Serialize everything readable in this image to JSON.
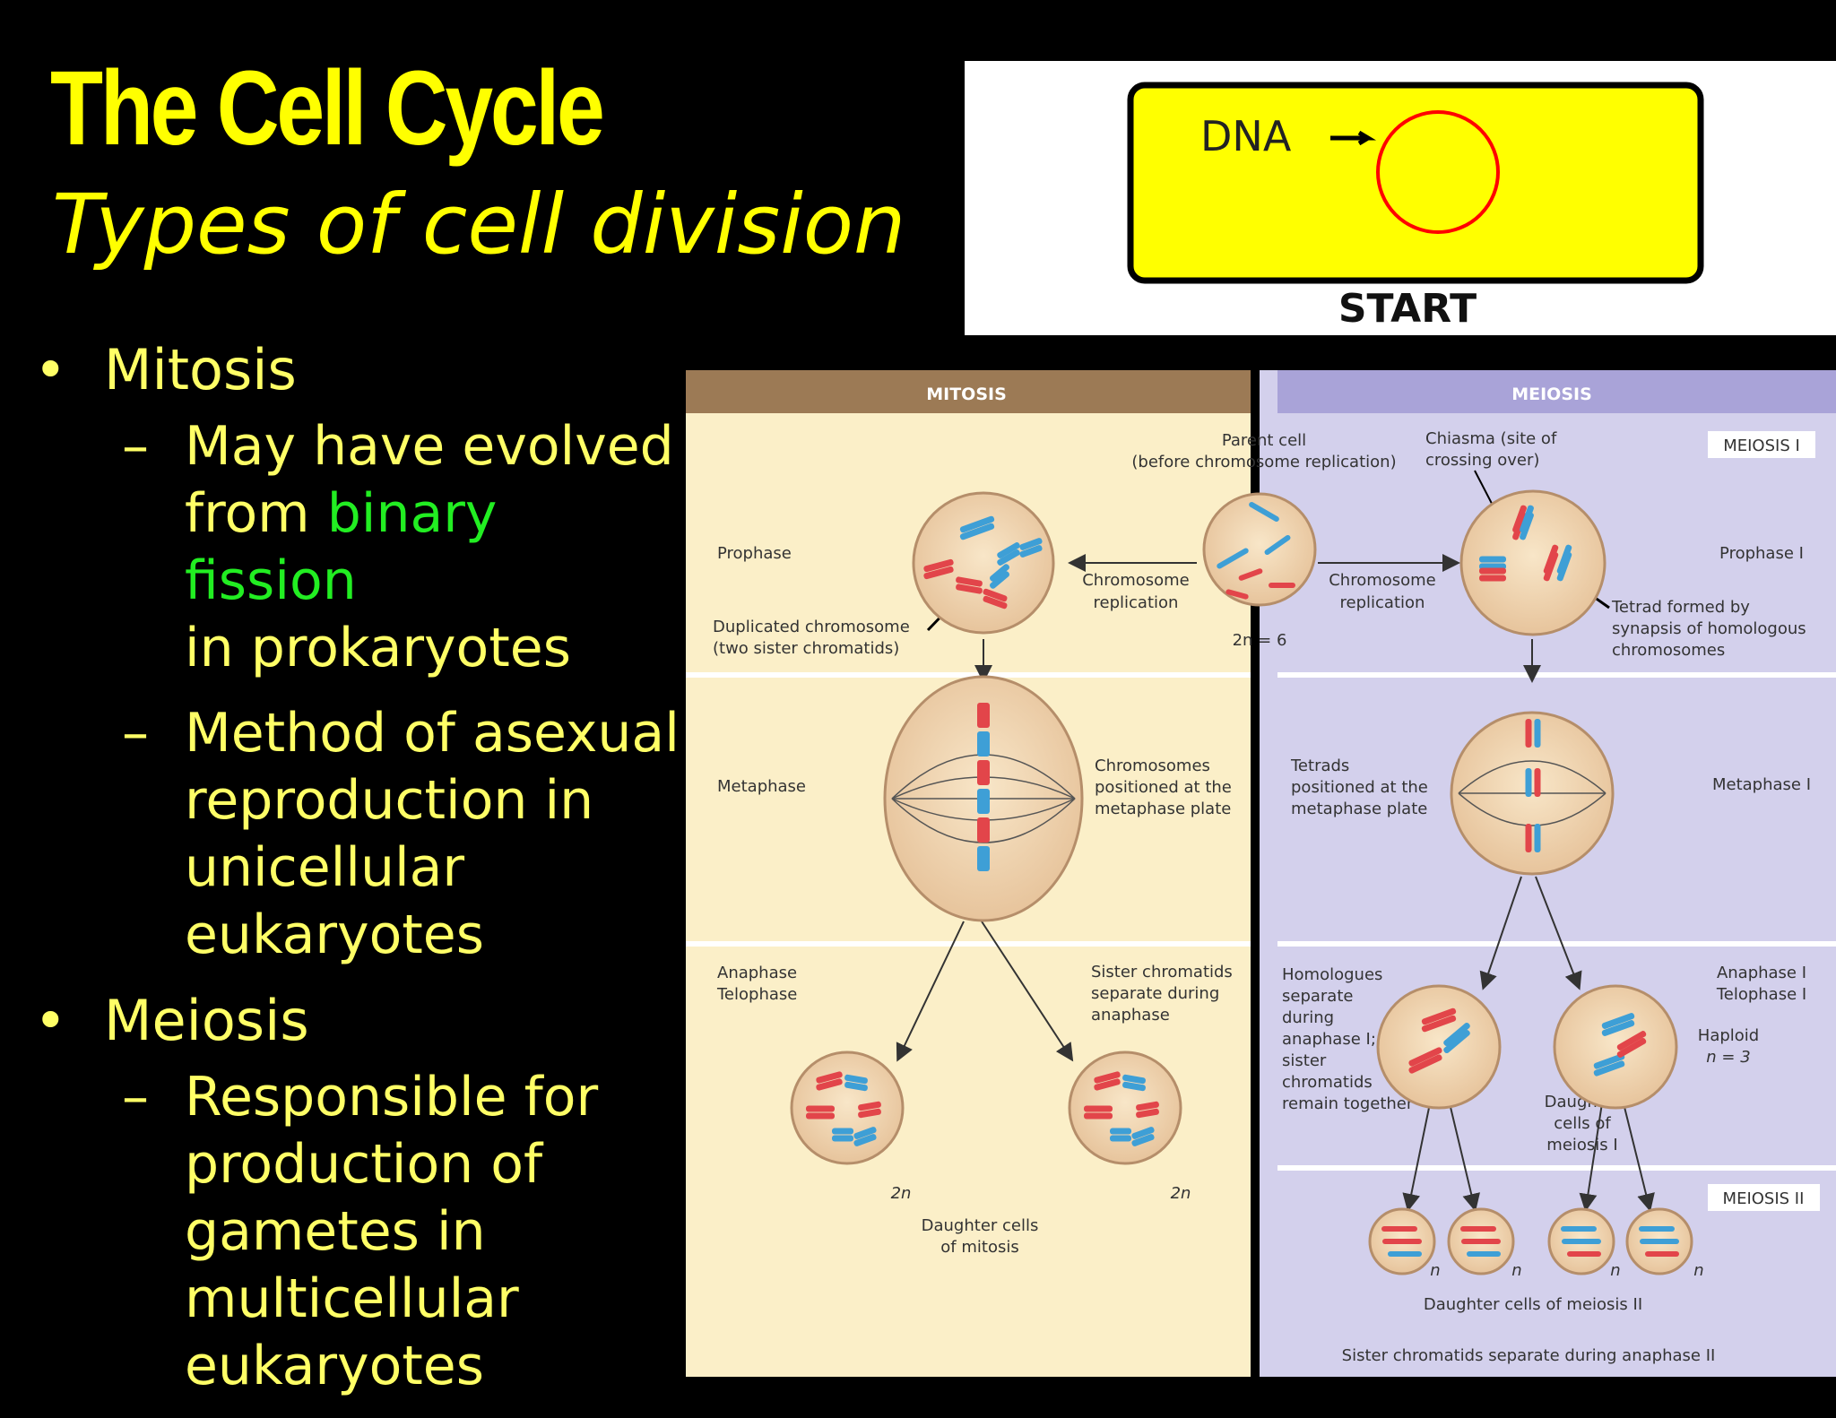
{
  "slide": {
    "title": "The Cell Cycle",
    "subtitle": "Types of cell division"
  },
  "bullets": {
    "mitosis": "Mitosis",
    "mitosis_points": {
      "p1_a": "May have evolved",
      "p1_b": "from ",
      "p1_green": "binary fission",
      "p1_c": "in prokaryotes",
      "p2_a": "Method of asexual",
      "p2_b": "reproduction in",
      "p2_c": "unicellular",
      "p2_d": "eukaryotes"
    },
    "meiosis": "Meiosis",
    "meiosis_points": {
      "p1_a": "Responsible for",
      "p1_b": "production of",
      "p1_c": "gametes in",
      "p1_d": "multicellular",
      "p1_e": "eukaryotes"
    },
    "bullet_glyph": "•",
    "dash_glyph": "–"
  },
  "animation": {
    "dna_label": "DNA",
    "start_label": "START"
  },
  "diagram": {
    "mitosis_header": "MITOSIS",
    "meiosis_header": "MEIOSIS",
    "meiosis1_tag": "MEIOSIS I",
    "meiosis2_tag": "MEIOSIS II",
    "parent_cell_1": "Parent cell",
    "parent_cell_2": "(before chromosome replication)",
    "chiasma_1": "Chiasma (site of",
    "chiasma_2": "crossing over)",
    "prophase": "Prophase",
    "prophase_1": "Prophase I",
    "chrom_rep_1": "Chromosome",
    "chrom_rep_2": "replication",
    "two_n_6": "2n = 6",
    "dup_chrom_1": "Duplicated chromosome",
    "dup_chrom_2": "(two sister chromatids)",
    "tetrad_1": "Tetrad formed by",
    "tetrad_2": "synapsis of homologous",
    "tetrad_3": "chromosomes",
    "metaphase": "Metaphase",
    "metaphase_1": "Metaphase I",
    "chrom_pos_1": "Chromosomes",
    "chrom_pos_2": "positioned at the",
    "chrom_pos_3": "metaphase plate",
    "tetrads_pos_1": "Tetrads",
    "tetrads_pos_2": "positioned at the",
    "tetrads_pos_3": "metaphase plate",
    "anaphase": "Anaphase",
    "telophase": "Telophase",
    "anaphase_1": "Anaphase I",
    "telophase_1": "Telophase I",
    "sister_sep_1": "Sister chromatids",
    "sister_sep_2": "separate during",
    "sister_sep_3": "anaphase",
    "homologues_1": "Homologues",
    "homologues_2": "separate",
    "homologues_3": "during",
    "homologues_4": "anaphase I;",
    "homologues_5": "sister",
    "homologues_6": "chromatids",
    "homologues_7": "remain together",
    "haploid_1": "Haploid",
    "haploid_2": "n = 3",
    "two_n": "2n",
    "n": "n",
    "daughter_mit_1": "Daughter cells",
    "daughter_mit_2": "of mitosis",
    "daughter_mei1_1": "Daughter",
    "daughter_mei1_2": "cells of",
    "daughter_mei1_3": "meiosis I",
    "daughter_mei2": "Daughter cells of meiosis II",
    "sister_sep_ii": "Sister chromatids separate during anaphase II"
  },
  "colors": {
    "slide_bg": "#000000",
    "title": "#ffff00",
    "body_text": "#ffff66",
    "highlight": "#22ee22",
    "mitosis_header_bg": "#9c7a55",
    "mitosis_panel_bg": "#fbefc8",
    "meiosis_header_bg": "#a9a3d8",
    "meiosis_panel_bg": "#d3d0ec",
    "cell_fill": "#f1d7b2",
    "chromosome_red": "#e2454a",
    "chromosome_blue": "#3e9fd6"
  }
}
